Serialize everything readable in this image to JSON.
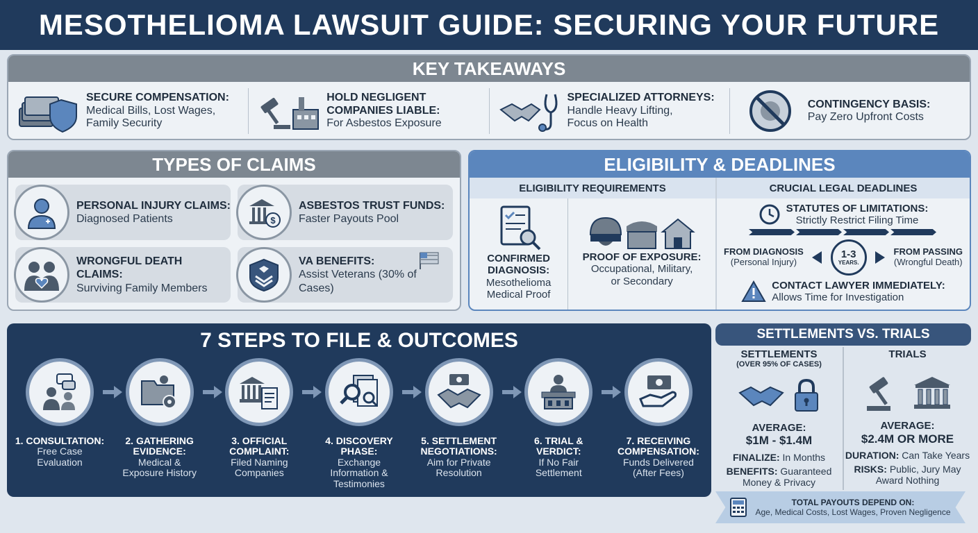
{
  "title": "MESOTHELIOMA LAWSUIT GUIDE: SECURING YOUR FUTURE",
  "takeaways": {
    "heading": "KEY TAKEAWAYS",
    "items": [
      {
        "title": "SECURE COMPENSATION:",
        "line1": "Medical Bills, Lost Wages,",
        "line2": "Family Security",
        "icon": "money-shield-icon"
      },
      {
        "title": "HOLD NEGLIGENT",
        "line1": "COMPANIES LIABLE:",
        "line2": "For Asbestos Exposure",
        "icon": "gavel-factory-icon"
      },
      {
        "title": "SPECIALIZED ATTORNEYS:",
        "line1": "Handle Heavy Lifting,",
        "line2": "Focus on Health",
        "icon": "handshake-stethoscope-icon"
      },
      {
        "title": "CONTINGENCY BASIS:",
        "line1": "Pay Zero Upfront Costs",
        "line2": "",
        "icon": "no-dollar-icon"
      }
    ]
  },
  "claims": {
    "heading": "TYPES OF CLAIMS",
    "items": [
      {
        "title": "PERSONAL INJURY CLAIMS:",
        "sub": "Diagnosed Patients",
        "icon": "patient-icon"
      },
      {
        "title": "ASBESTOS TRUST FUNDS:",
        "sub": "Faster Payouts Pool",
        "icon": "bank-dollar-icon"
      },
      {
        "title": "WRONGFUL DEATH CLAIMS:",
        "sub": "Surviving Family Members",
        "icon": "family-heart-icon"
      },
      {
        "title": "VA BENEFITS:",
        "sub": "Assist Veterans (30% of Cases)",
        "icon": "military-badge-icon"
      }
    ]
  },
  "eligibility": {
    "heading": "ELIGIBILITY & DEADLINES",
    "requirements_heading": "ELIGIBILITY REQUIREMENTS",
    "deadlines_heading": "CRUCIAL LEGAL DEADLINES",
    "req1": {
      "title1": "CONFIRMED",
      "title2": "DIAGNOSIS:",
      "sub1": "Mesothelioma",
      "sub2": "Medical Proof"
    },
    "req2": {
      "title": "PROOF OF EXPOSURE:",
      "sub1": "Occupational, Military,",
      "sub2": "or Secondary"
    },
    "sol": {
      "title": "STATUTES OF LIMITATIONS:",
      "sub": "Strictly Restrict Filing Time"
    },
    "from_diagnosis": {
      "title": "FROM DIAGNOSIS",
      "sub": "(Personal Injury)"
    },
    "from_passing": {
      "title": "FROM PASSING",
      "sub": "(Wrongful Death)"
    },
    "clock": {
      "value": "1-3",
      "unit": "YEARS."
    },
    "contact": {
      "title": "CONTACT LAWYER IMMEDIATELY:",
      "sub": "Allows Time for Investigation"
    }
  },
  "steps": {
    "heading": "7 STEPS TO FILE & OUTCOMES",
    "items": [
      {
        "title1": "1. CONSULTATION:",
        "title2": "",
        "sub": [
          "Free Case",
          "Evaluation"
        ],
        "icon": "consultation-icon"
      },
      {
        "title1": "2. GATHERING",
        "title2": "EVIDENCE:",
        "sub": [
          "Medical &",
          "Exposure History"
        ],
        "icon": "folder-gear-icon"
      },
      {
        "title1": "3. OFFICIAL",
        "title2": "COMPLAINT:",
        "sub": [
          "Filed Naming",
          "Companies"
        ],
        "icon": "courthouse-document-icon"
      },
      {
        "title1": "4. DISCOVERY",
        "title2": "PHASE:",
        "sub": [
          "Exchange",
          "Information &",
          "Testimonies"
        ],
        "icon": "magnifier-document-icon"
      },
      {
        "title1": "5. SETTLEMENT",
        "title2": "NEGOTIATIONS:",
        "sub": [
          "Aim for Private",
          "Resolution"
        ],
        "icon": "handshake-money-icon"
      },
      {
        "title1": "6. TRIAL &",
        "title2": "VERDICT:",
        "sub": [
          "If No Fair",
          "Settlement"
        ],
        "icon": "judge-icon"
      },
      {
        "title1": "7. RECEIVING",
        "title2": "COMPENSATION:",
        "sub": [
          "Funds Delivered",
          "(After Fees)"
        ],
        "icon": "money-hand-icon"
      }
    ]
  },
  "svt": {
    "heading": "SETTLEMENTS VS. TRIALS",
    "settlements": {
      "title": "SETTLEMENTS",
      "note": "(OVER 95% OF CASES)",
      "avg_label": "AVERAGE:",
      "avg_value": "$1M - $1.4M",
      "l1_label": "FINALIZE:",
      "l1_text": "In Months",
      "l2_label": "BENEFITS:",
      "l2_text": "Guaranteed",
      "l2_text2": "Money & Privacy"
    },
    "trials": {
      "title": "TRIALS",
      "avg_label": "AVERAGE:",
      "avg_value": "$2.4M OR MORE",
      "l1_label": "DURATION:",
      "l1_text": "Can Take Years",
      "l2_label": "RISKS:",
      "l2_text": "Public, Jury May",
      "l2_text2": "Award Nothing"
    }
  },
  "payouts": {
    "title": "TOTAL PAYOUTS DEPEND ON:",
    "sub": "Age, Medical Costs, Lost Wages, Proven Negligence"
  },
  "colors": {
    "navy": "#203a5c",
    "gray_header": "#7d8791",
    "blue_header": "#5b86bd"
  }
}
